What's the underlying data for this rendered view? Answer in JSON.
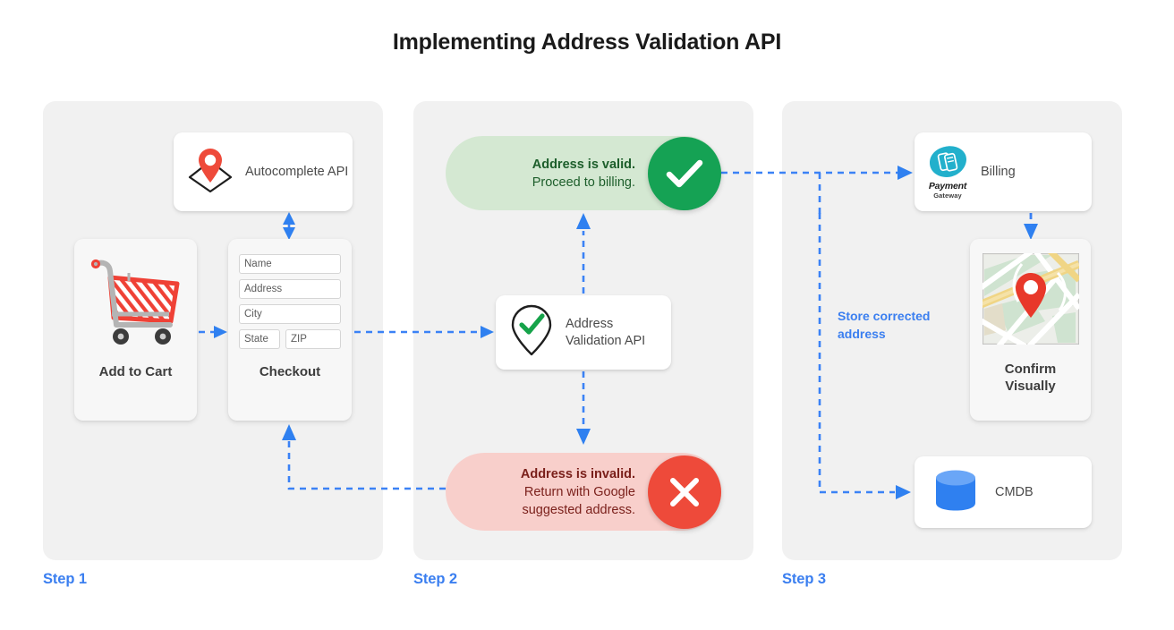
{
  "page": {
    "title": "Implementing Address Validation API",
    "accent_blue": "#3b7ff0",
    "panel_bg": "#f1f1f1",
    "valid_green": "#15a254",
    "valid_pill_bg": "#d4e8d2",
    "invalid_red": "#ee4a3a",
    "invalid_pill_bg": "#f8cfcb"
  },
  "steps": [
    {
      "label": "Step 1"
    },
    {
      "label": "Step 2"
    },
    {
      "label": "Step 3"
    }
  ],
  "step1": {
    "autocomplete": {
      "label": "Autocomplete API",
      "icon": "map-pin-on-diamond-icon"
    },
    "add_to_cart": {
      "title": "Add to Cart",
      "icon": "shopping-cart-icon"
    },
    "checkout": {
      "title": "Checkout",
      "fields": [
        {
          "name": "name-field",
          "value": "Name"
        },
        {
          "name": "address-field",
          "value": "Address"
        },
        {
          "name": "city-field",
          "value": "City"
        }
      ],
      "field_state": "State",
      "field_zip": "ZIP"
    }
  },
  "step2": {
    "valid_banner": {
      "line1": "Address is valid.",
      "line2": "Proceed to billing.",
      "icon": "check-circle-icon"
    },
    "validation_api": {
      "line1": "Address",
      "line2": "Validation API",
      "icon": "pin-check-icon"
    },
    "invalid_banner": {
      "line1": "Address is invalid.",
      "line2": "Return with Google",
      "line3": "suggested address.",
      "icon": "x-circle-icon"
    }
  },
  "step3": {
    "billing": {
      "label": "Billing",
      "logo_line1": "Payment",
      "logo_line2": "Gateway",
      "icon": "payment-gateway-logo-icon"
    },
    "confirm": {
      "line1": "Confirm",
      "line2": "Visually",
      "icon": "map-thumbnail-icon"
    },
    "cmdb": {
      "label": "CMDB",
      "icon": "database-cylinder-icon"
    },
    "store_note": "Store corrected address"
  }
}
